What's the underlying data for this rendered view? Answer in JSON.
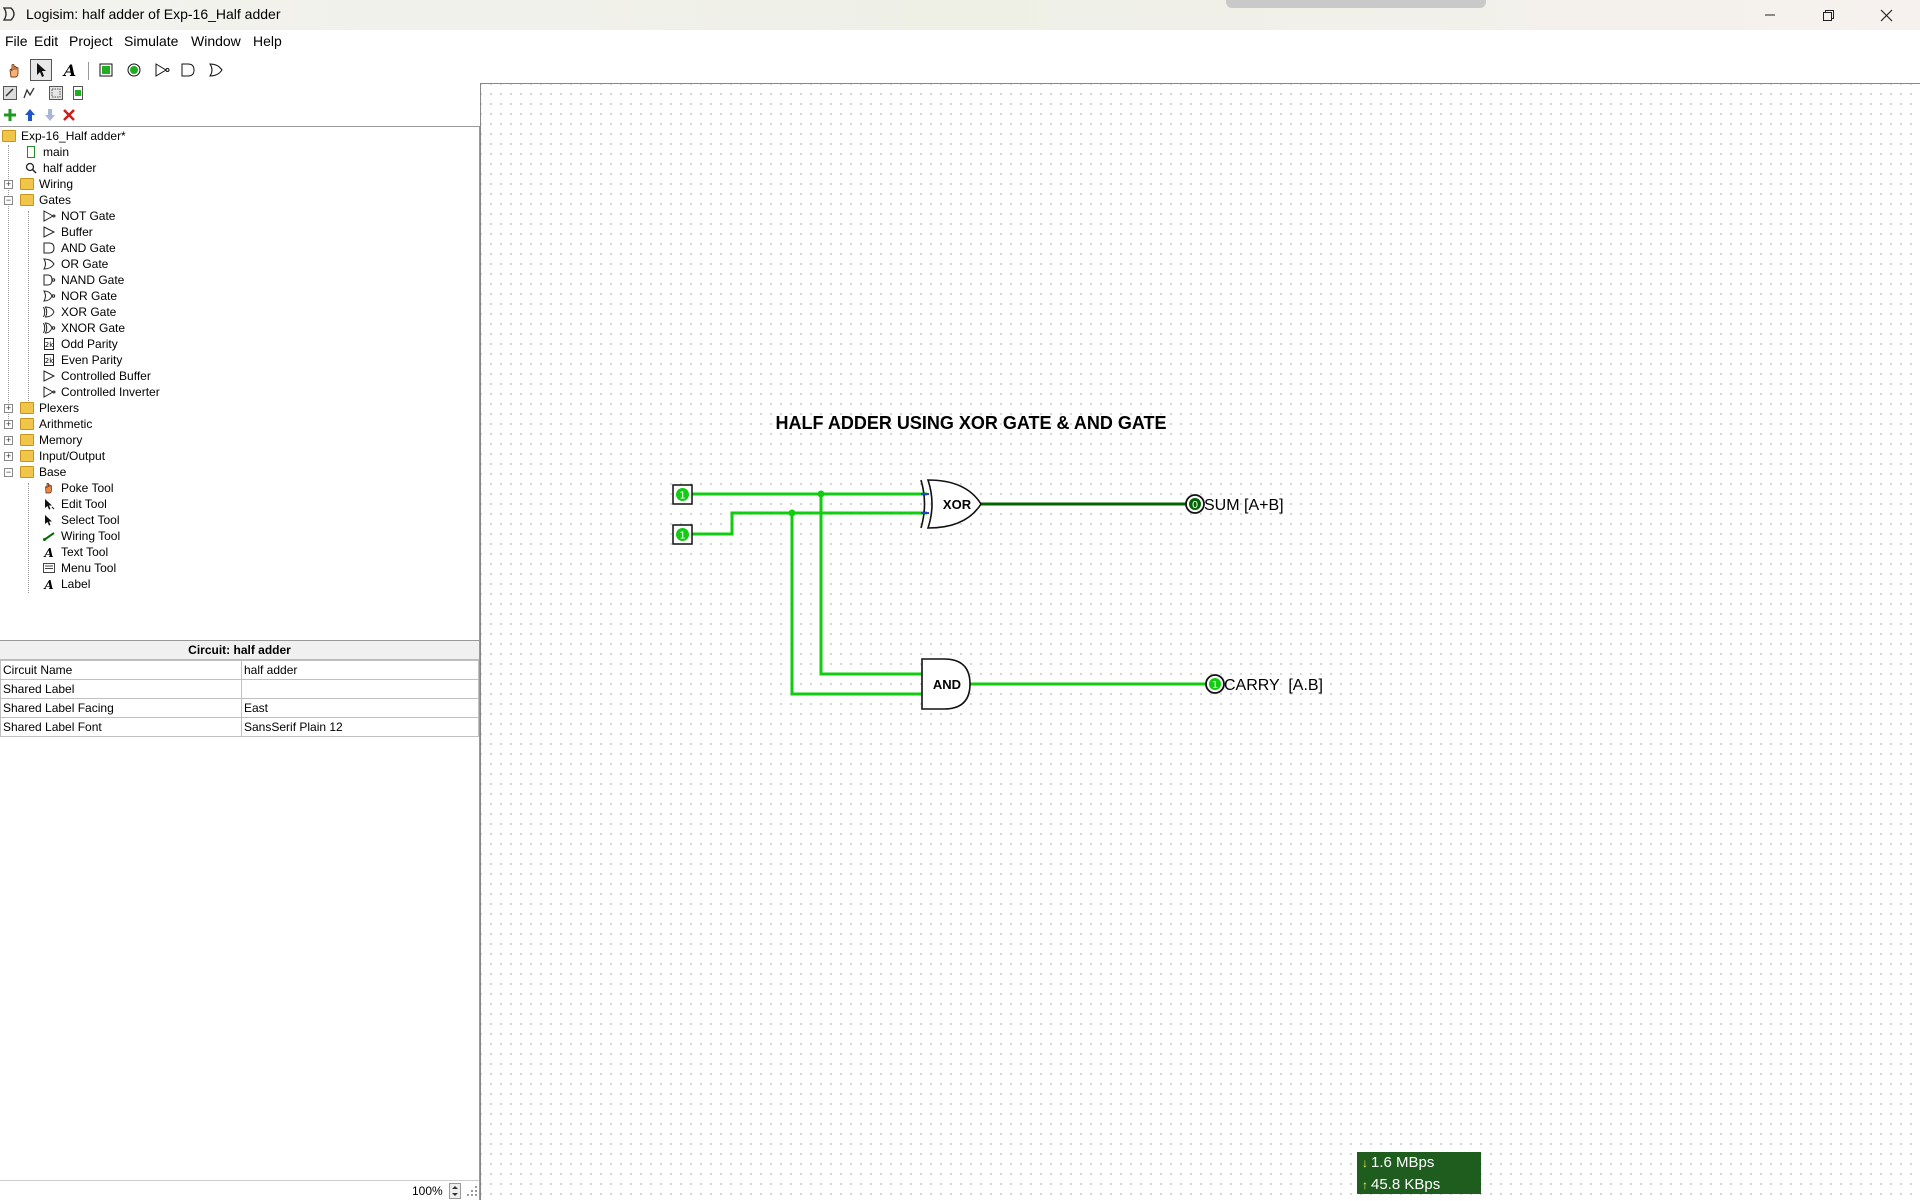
{
  "window": {
    "title": "Logisim: half adder of Exp-16_Half adder"
  },
  "menu": [
    "File",
    "Edit",
    "Project",
    "Simulate",
    "Window",
    "Help"
  ],
  "toolbar": {
    "tools": [
      "poke-tool",
      "select-tool",
      "text-tool",
      "input-pin",
      "output-pin",
      "not-gate",
      "and-gate",
      "or-gate"
    ]
  },
  "tree": {
    "root": "Exp-16_Half adder*",
    "circuits": [
      "main",
      "half adder"
    ],
    "wiring": "Wiring",
    "gates": {
      "label": "Gates",
      "items": [
        "NOT Gate",
        "Buffer",
        "AND Gate",
        "OR Gate",
        "NAND Gate",
        "NOR Gate",
        "XOR Gate",
        "XNOR Gate",
        "Odd Parity",
        "Even Parity",
        "Controlled Buffer",
        "Controlled Inverter"
      ]
    },
    "libs": [
      "Plexers",
      "Arithmetic",
      "Memory",
      "Input/Output"
    ],
    "base": {
      "label": "Base",
      "items": [
        "Poke Tool",
        "Edit Tool",
        "Select Tool",
        "Wiring Tool",
        "Text Tool",
        "Menu Tool",
        "Label"
      ]
    }
  },
  "attributes": {
    "header": "Circuit: half adder",
    "rows": [
      {
        "key": "Circuit Name",
        "value": "half adder"
      },
      {
        "key": "Shared Label",
        "value": ""
      },
      {
        "key": "Shared Label Facing",
        "value": "East"
      },
      {
        "key": "Shared Label Font",
        "value": "SansSerif Plain 12"
      }
    ]
  },
  "zoom": "100%",
  "circuit": {
    "title": "HALF ADDER USING XOR GATE & AND GATE",
    "input_a_value": "1",
    "input_b_value": "1",
    "xor_label": "XOR",
    "and_label": "AND",
    "sum_label": "SUM [A+B]",
    "carry_label": "CARRY  [A.B]",
    "sum_value": "0",
    "carry_value": "1",
    "wire_color": "#11cc11",
    "wire_dark": "#006400"
  },
  "netmon": {
    "down": "1.6 MBps",
    "up": "45.8 KBps"
  }
}
